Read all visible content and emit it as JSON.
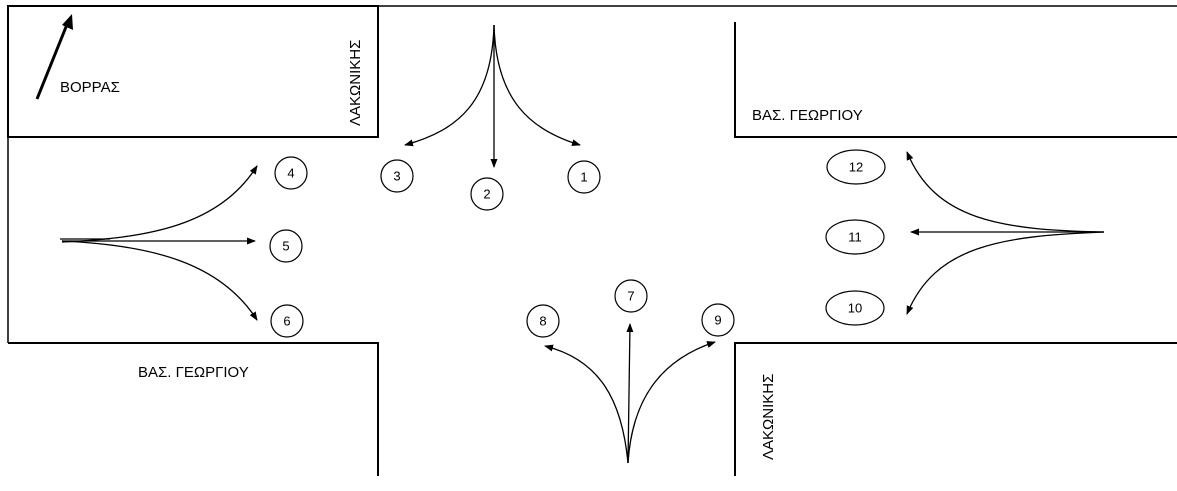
{
  "north": {
    "label": "ΒΟΡΡΑΣ"
  },
  "streets": {
    "lakonikis_top": "ΛΑΚΩΝΙΚΗΣ",
    "lakonikis_bottom": "ΛΑΚΩΝΙΚΗΣ",
    "vas_georgiou_top": "ΒΑΣ. ΓΕΩΡΓΙΟΥ",
    "vas_georgiou_bottom": "ΒΑΣ. ΓΕΩΡΓΙΟΥ"
  },
  "movements": [
    "1",
    "2",
    "3",
    "4",
    "5",
    "6",
    "7",
    "8",
    "9",
    "10",
    "11",
    "12"
  ],
  "colors": {
    "line": "#000000",
    "background": "#ffffff"
  }
}
